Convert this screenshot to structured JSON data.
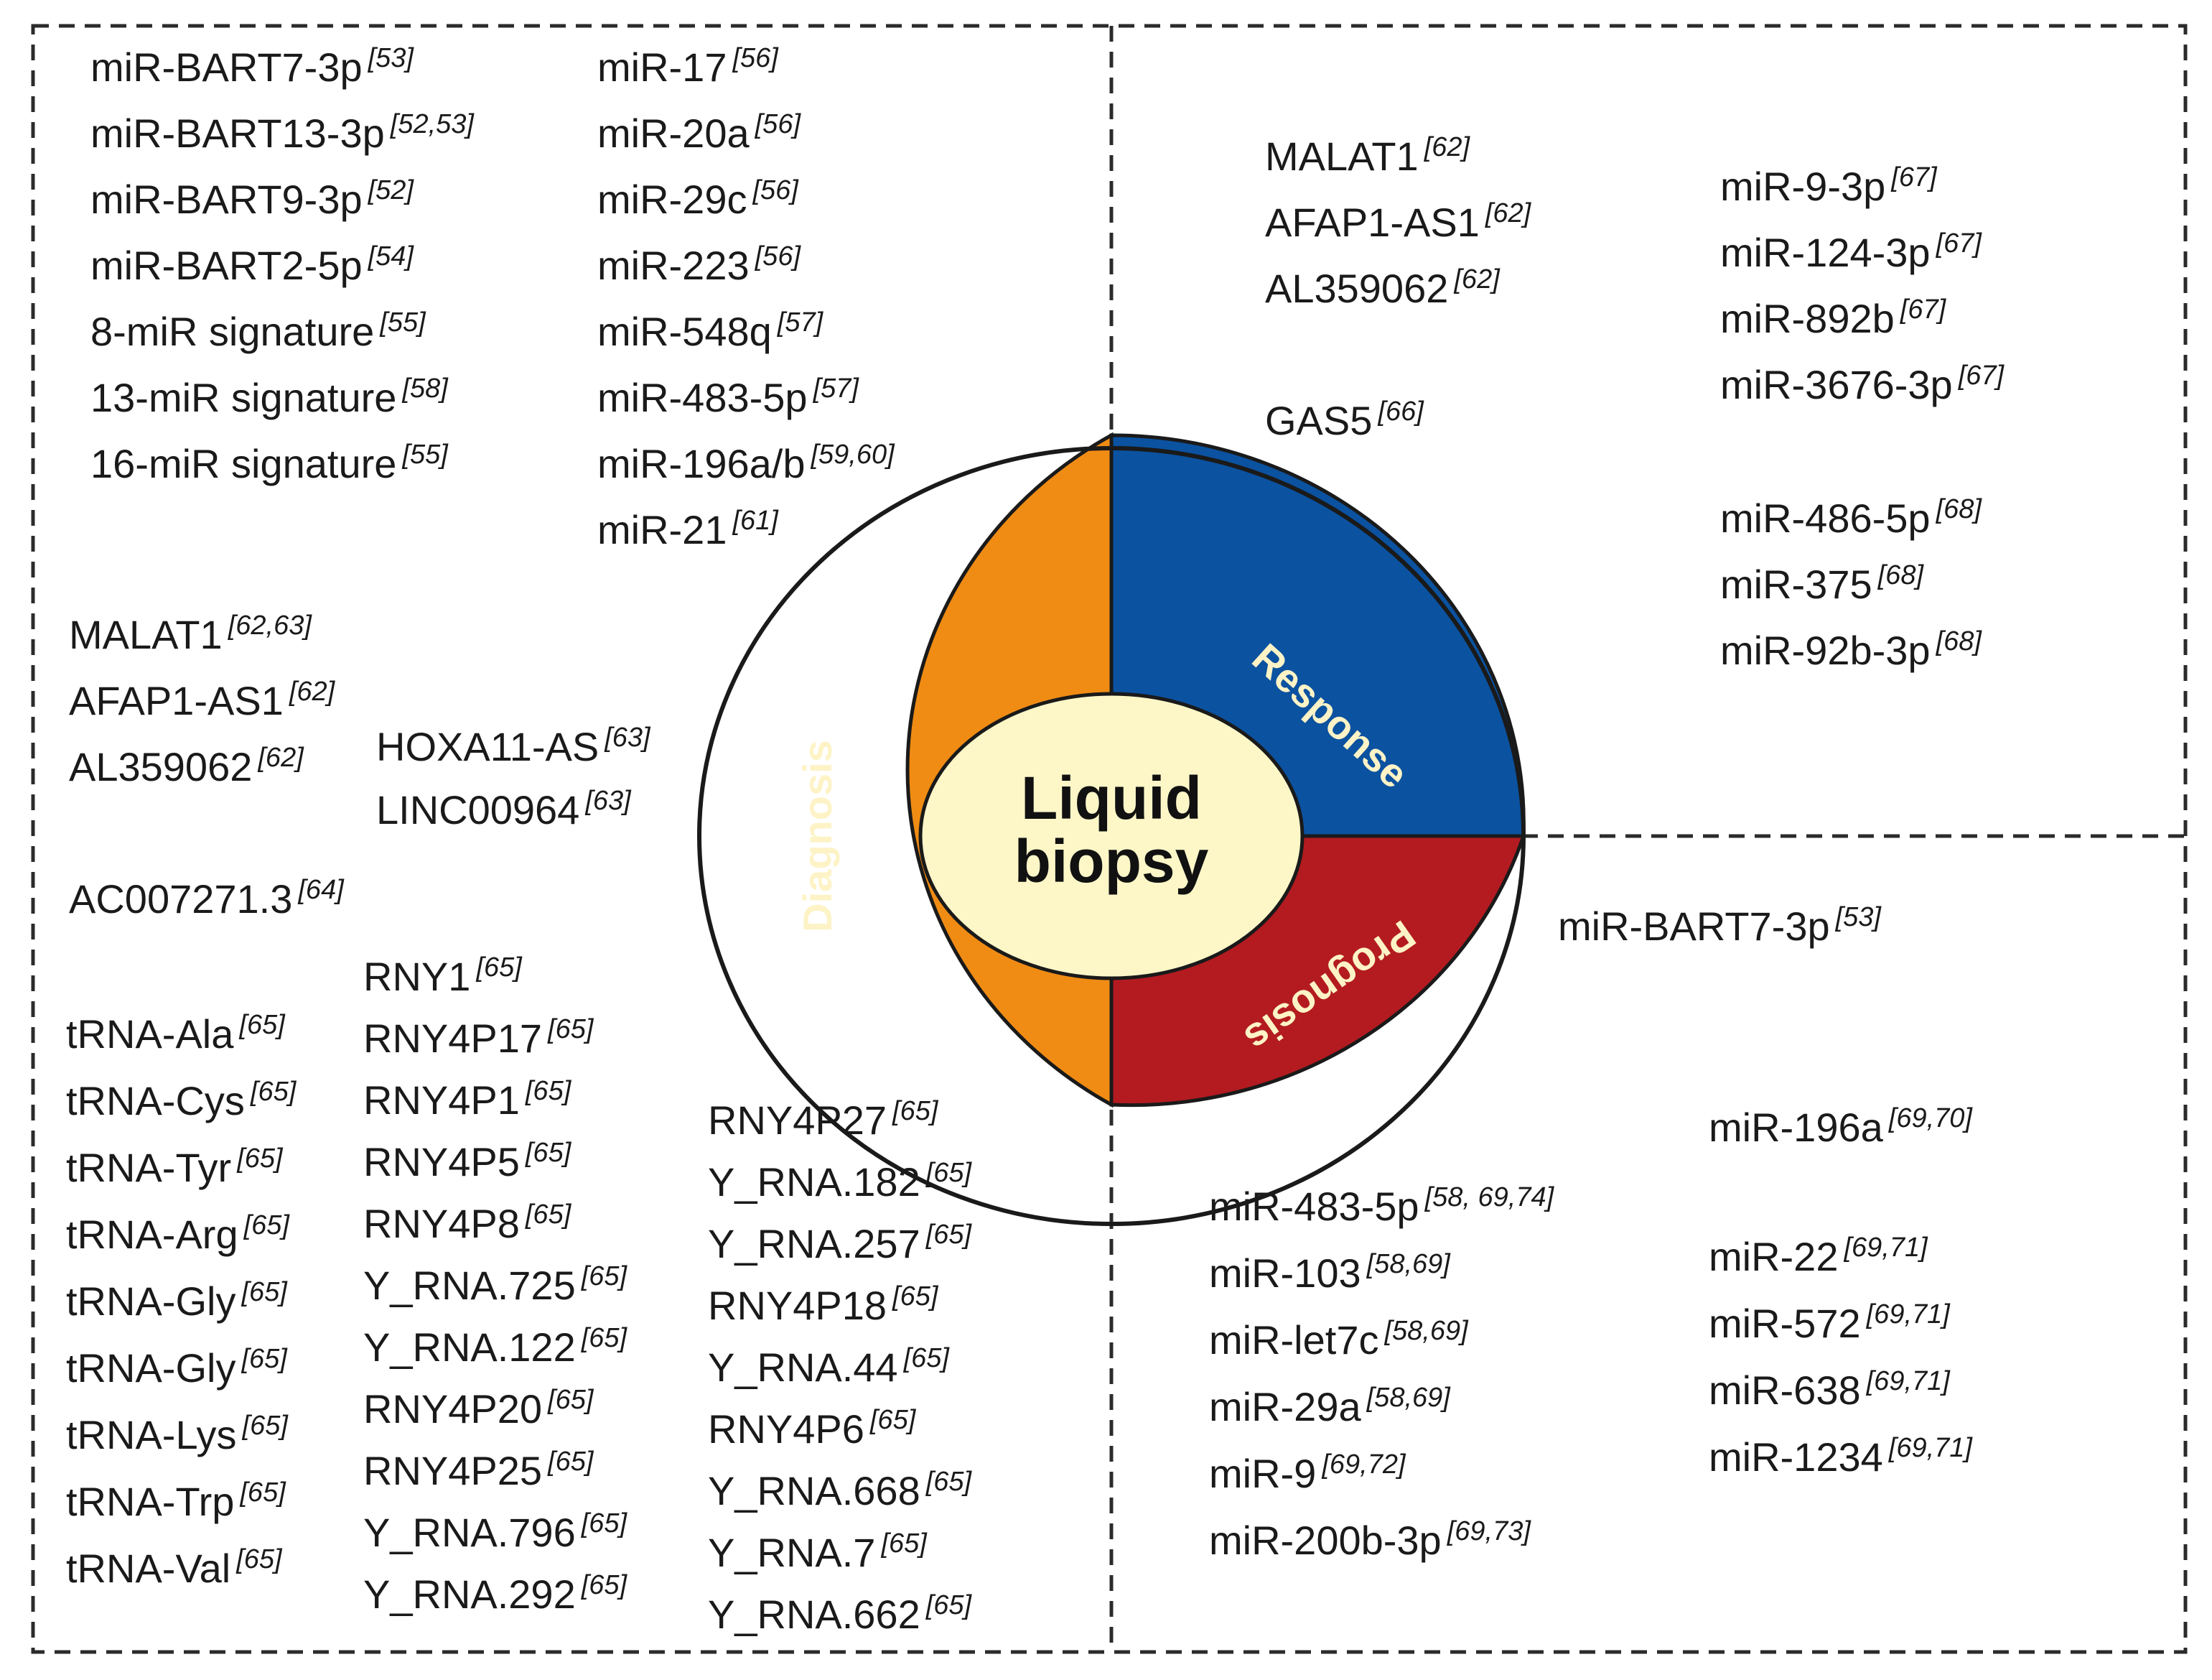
{
  "center": {
    "line1": "Liquid",
    "line2": "biopsy"
  },
  "segments": {
    "diagnosis": {
      "label": "Diagnosis",
      "color": "#f08c14"
    },
    "response": {
      "label": "Response",
      "color": "#0b52a0"
    },
    "prognosis": {
      "label": "Prognosis",
      "color": "#b31b21"
    },
    "center_fill": "#fdf7c8"
  },
  "diagnosis": {
    "mirna_left": [
      {
        "name": "miR-BART7-3p",
        "ref": "[53]"
      },
      {
        "name": "miR-BART13-3p",
        "ref": "[52,53]"
      },
      {
        "name": "miR-BART9-3p",
        "ref": "[52]"
      },
      {
        "name": "miR-BART2-5p",
        "ref": "[54]"
      },
      {
        "name": "8-miR signature",
        "ref": "[55]"
      },
      {
        "name": "13-miR signature",
        "ref": "[58]"
      },
      {
        "name": "16-miR signature",
        "ref": "[55]"
      }
    ],
    "mirna_right": [
      {
        "name": "miR-17",
        "ref": "[56]"
      },
      {
        "name": "miR-20a",
        "ref": "[56]"
      },
      {
        "name": "miR-29c",
        "ref": "[56]"
      },
      {
        "name": "miR-223",
        "ref": "[56]"
      },
      {
        "name": "miR-548q",
        "ref": "[57]"
      },
      {
        "name": "miR-483-5p",
        "ref": "[57]"
      },
      {
        "name": "miR-196a/b",
        "ref": "[59,60]"
      },
      {
        "name": "miR-21",
        "ref": "[61]"
      }
    ],
    "lncrna_left": [
      {
        "name": "MALAT1",
        "ref": "[62,63]"
      },
      {
        "name": "AFAP1-AS1",
        "ref": "[62]"
      },
      {
        "name": "AL359062",
        "ref": "[62]"
      }
    ],
    "lncrna_right": [
      {
        "name": "HOXA11-AS",
        "ref": "[63]"
      },
      {
        "name": "LINC00964",
        "ref": "[63]"
      }
    ],
    "lncrna_extra": [
      {
        "name": "AC007271.3",
        "ref": "[64]"
      }
    ],
    "trna": [
      {
        "name": "tRNA-Ala",
        "ref": "[65]"
      },
      {
        "name": "tRNA-Cys",
        "ref": "[65]"
      },
      {
        "name": "tRNA-Tyr",
        "ref": "[65]"
      },
      {
        "name": "tRNA-Arg",
        "ref": "[65]"
      },
      {
        "name": "tRNA-Gly",
        "ref": "[65]"
      },
      {
        "name": "tRNA-Gly",
        "ref": "[65]"
      },
      {
        "name": "tRNA-Lys",
        "ref": "[65]"
      },
      {
        "name": "tRNA-Trp",
        "ref": "[65]"
      },
      {
        "name": "tRNA-Val",
        "ref": "[65]"
      }
    ],
    "yrna_col1": [
      {
        "name": "RNY1",
        "ref": "[65]"
      },
      {
        "name": "RNY4P17",
        "ref": "[65]"
      },
      {
        "name": "RNY4P1",
        "ref": "[65]"
      },
      {
        "name": "RNY4P5",
        "ref": "[65]"
      },
      {
        "name": "RNY4P8",
        "ref": "[65]"
      },
      {
        "name": "Y_RNA.725",
        "ref": "[65]"
      },
      {
        "name": "Y_RNA.122",
        "ref": "[65]"
      },
      {
        "name": "RNY4P20",
        "ref": "[65]"
      },
      {
        "name": "RNY4P25",
        "ref": "[65]"
      },
      {
        "name": "Y_RNA.796",
        "ref": "[65]"
      },
      {
        "name": "Y_RNA.292",
        "ref": "[65]"
      }
    ],
    "yrna_col2": [
      {
        "name": "RNY4P27",
        "ref": "[65]"
      },
      {
        "name": "Y_RNA.182",
        "ref": "[65]"
      },
      {
        "name": "Y_RNA.257",
        "ref": "[65]"
      },
      {
        "name": "RNY4P18",
        "ref": "[65]"
      },
      {
        "name": "Y_RNA.44",
        "ref": "[65]"
      },
      {
        "name": "RNY4P6",
        "ref": "[65]"
      },
      {
        "name": "Y_RNA.668",
        "ref": "[65]"
      },
      {
        "name": "Y_RNA.7",
        "ref": "[65]"
      },
      {
        "name": "Y_RNA.662",
        "ref": "[65]"
      }
    ]
  },
  "response": {
    "lncrna": [
      {
        "name": "MALAT1",
        "ref": "[62]"
      },
      {
        "name": "AFAP1-AS1",
        "ref": "[62]"
      },
      {
        "name": "AL359062",
        "ref": "[62]"
      }
    ],
    "lncrna_extra": [
      {
        "name": "GAS5",
        "ref": "[66]"
      }
    ],
    "mirna_a": [
      {
        "name": "miR-9-3p",
        "ref": "[67]"
      },
      {
        "name": "miR-124-3p",
        "ref": "[67]"
      },
      {
        "name": "miR-892b",
        "ref": "[67]"
      },
      {
        "name": "miR-3676-3p",
        "ref": "[67]"
      }
    ],
    "mirna_b": [
      {
        "name": "miR-486-5p",
        "ref": "[68]"
      },
      {
        "name": "miR-375",
        "ref": "[68]"
      },
      {
        "name": "miR-92b-3p",
        "ref": "[68]"
      }
    ]
  },
  "prognosis": {
    "top": [
      {
        "name": "miR-BART7-3p",
        "ref": "[53]"
      }
    ],
    "left": [
      {
        "name": "miR-483-5p",
        "ref": "[58, 69,74]"
      },
      {
        "name": "miR-103",
        "ref": "[58,69]"
      },
      {
        "name": "miR-let7c",
        "ref": "[58,69]"
      },
      {
        "name": "miR-29a",
        "ref": "[58,69]"
      },
      {
        "name": "miR-9",
        "ref": "[69,72]"
      },
      {
        "name": "miR-200b-3p",
        "ref": "[69,73]"
      }
    ],
    "right_top": [
      {
        "name": "miR-196a",
        "ref": "[69,70]"
      }
    ],
    "right": [
      {
        "name": "miR-22",
        "ref": "[69,71]"
      },
      {
        "name": "miR-572",
        "ref": "[69,71]"
      },
      {
        "name": "miR-638",
        "ref": "[69,71]"
      },
      {
        "name": "miR-1234",
        "ref": "[69,71]"
      }
    ]
  }
}
